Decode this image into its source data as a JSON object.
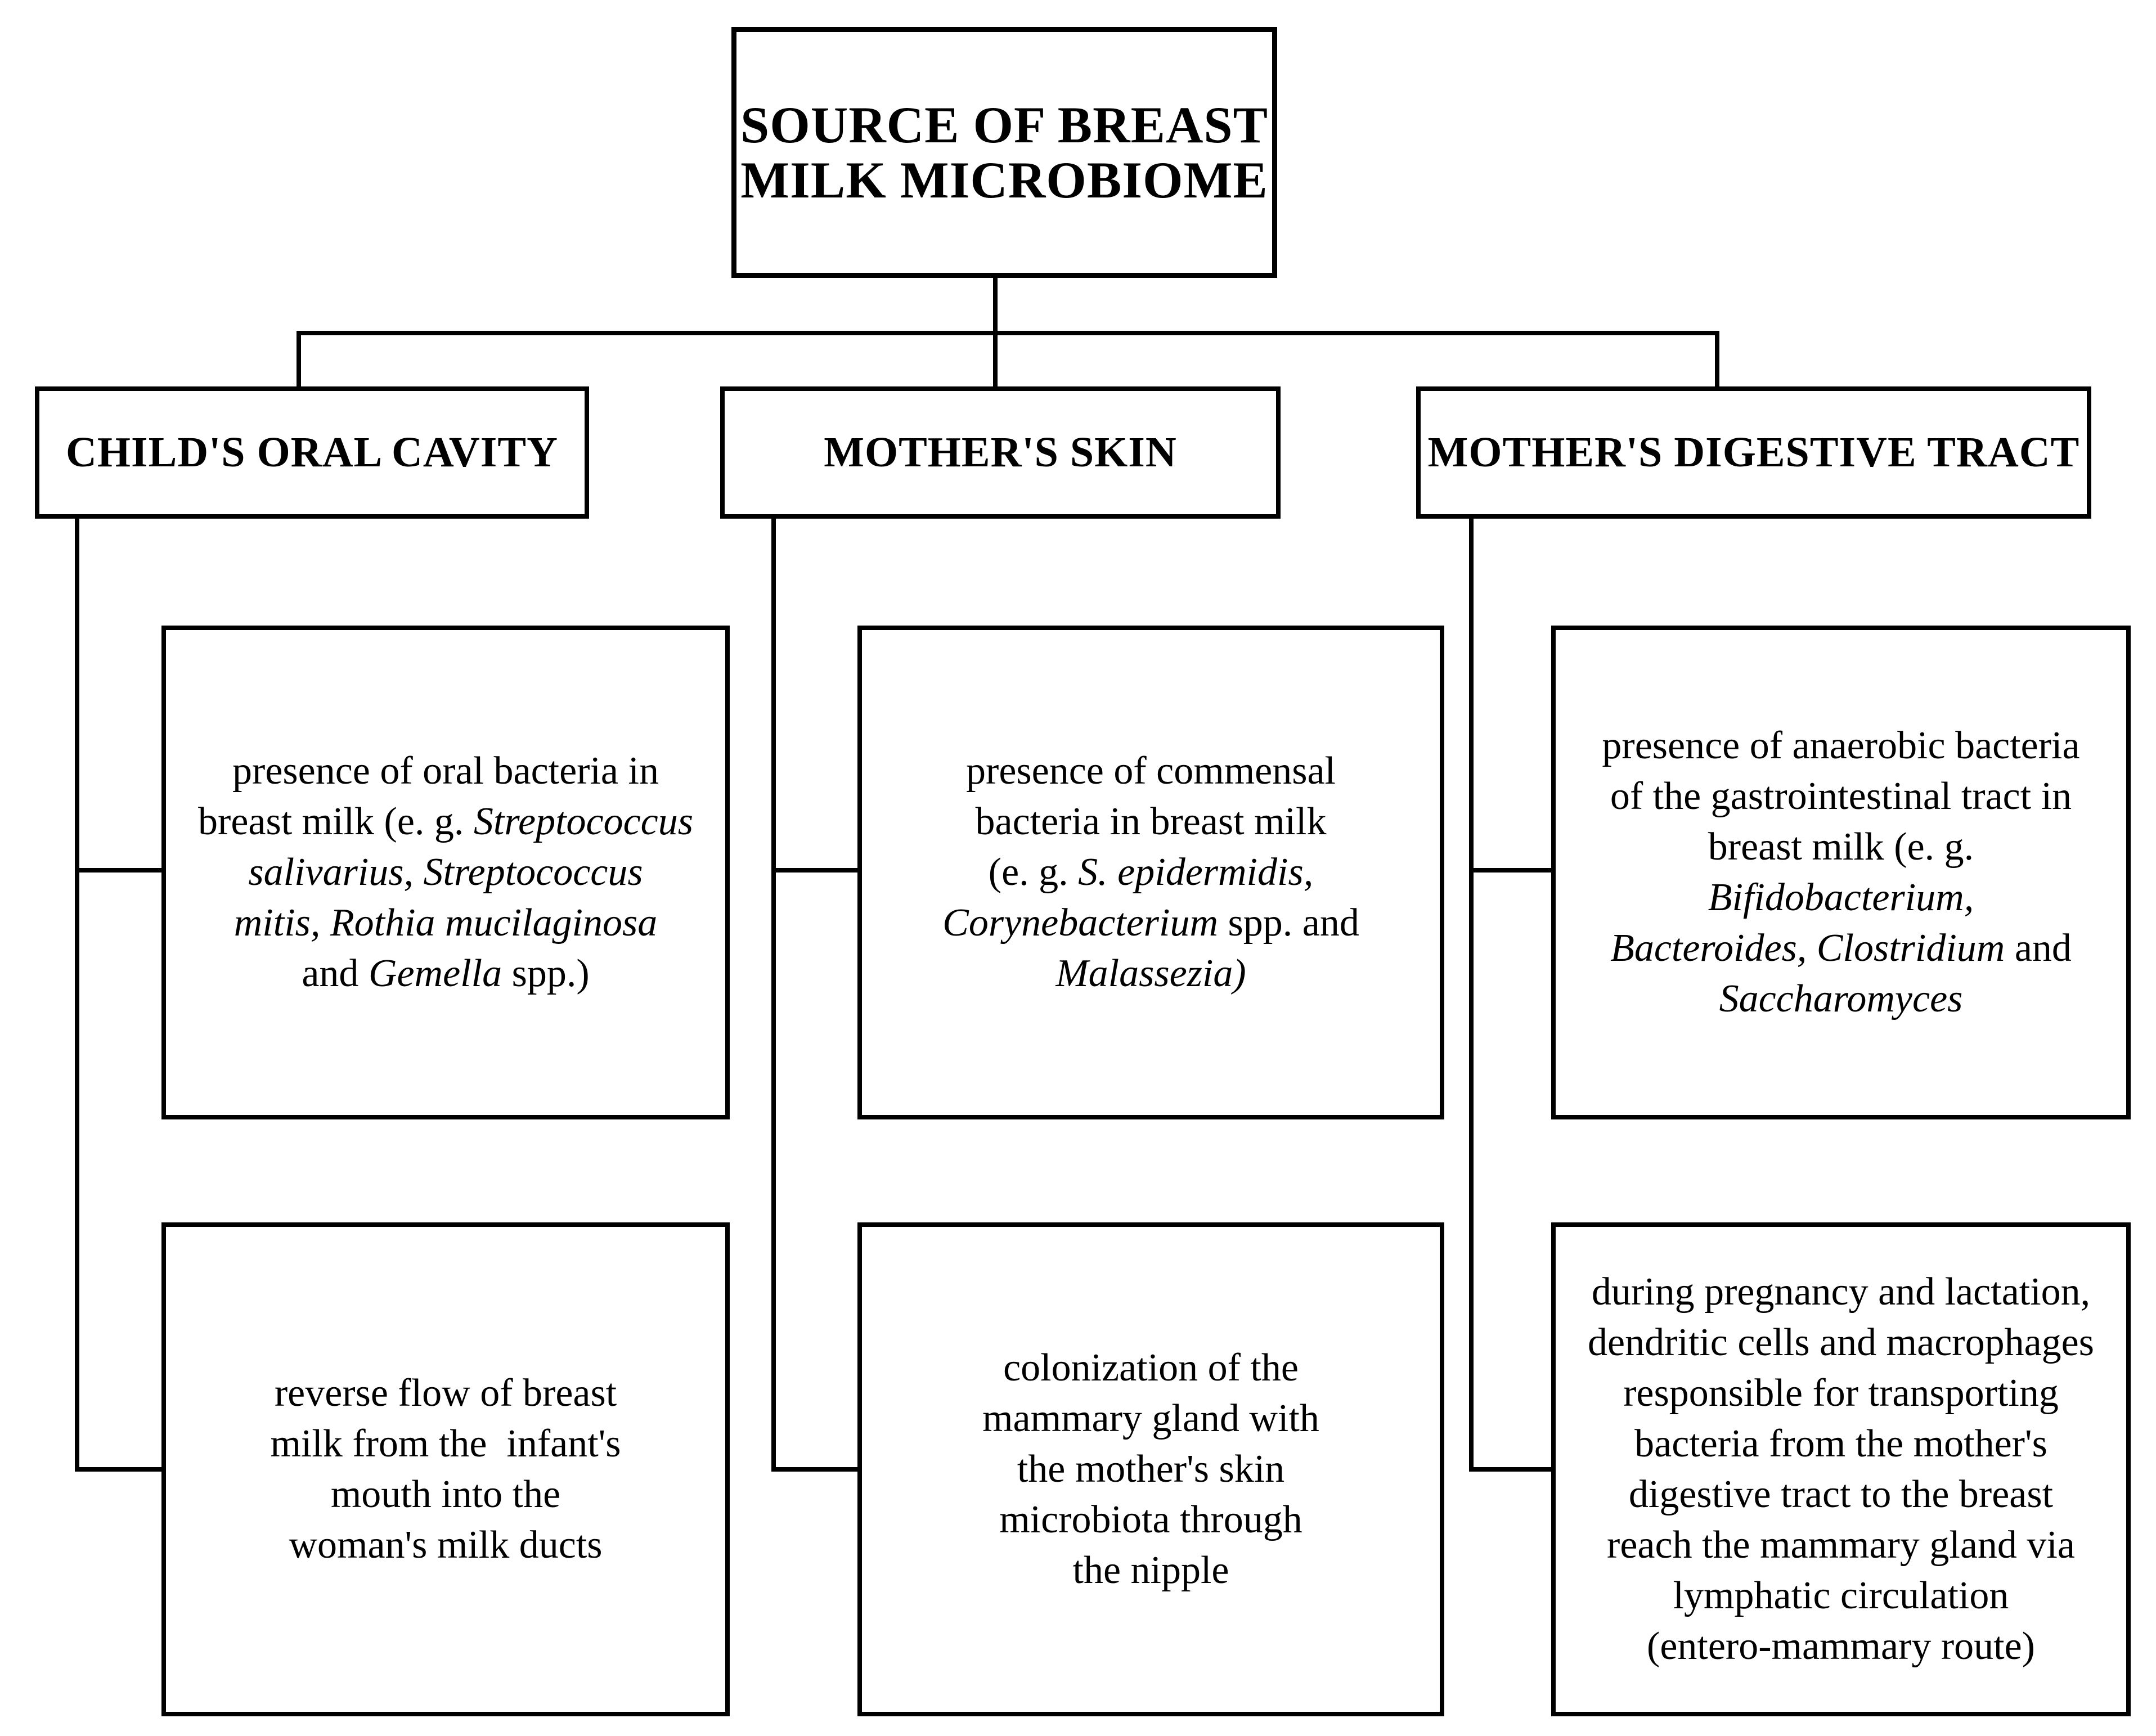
{
  "figure": {
    "type": "flowchart",
    "background_color": "#ffffff",
    "ink_color": "#000000"
  },
  "title": {
    "lines": [
      "SOURCE OF BREAST",
      "MILK MICROBIOME"
    ]
  },
  "branches": [
    {
      "header": "CHILD'S ORAL CAVITY",
      "box1_lines": [
        [
          {
            "t": "presence of oral bacteria in"
          }
        ],
        [
          {
            "t": "breast milk (e. g. "
          },
          {
            "t": "Streptococcus",
            "i": true
          }
        ],
        [
          {
            "t": "salivarius, Streptococcus",
            "i": true
          }
        ],
        [
          {
            "t": "mitis, Rothia mucilaginosa",
            "i": true
          }
        ],
        [
          {
            "t": "and "
          },
          {
            "t": "Gemella",
            "i": true
          },
          {
            "t": " spp.)"
          }
        ]
      ],
      "box2_lines": [
        [
          {
            "t": "reverse flow of breast"
          }
        ],
        [
          {
            "t": "milk from the  infant's"
          }
        ],
        [
          {
            "t": "mouth into the"
          }
        ],
        [
          {
            "t": "woman's milk ducts"
          }
        ]
      ]
    },
    {
      "header": "MOTHER'S SKIN",
      "box1_lines": [
        [
          {
            "t": "presence of commensal"
          }
        ],
        [
          {
            "t": "bacteria in breast milk"
          }
        ],
        [
          {
            "t": "(e. g. "
          },
          {
            "t": "S. epidermidis,",
            "i": true
          }
        ],
        [
          {
            "t": "Corynebacterium",
            "i": true
          },
          {
            "t": " spp. and"
          }
        ],
        [
          {
            "t": "Malassezia)",
            "i": true
          }
        ]
      ],
      "box2_lines": [
        [
          {
            "t": "colonization of the"
          }
        ],
        [
          {
            "t": "mammary gland with"
          }
        ],
        [
          {
            "t": "the mother's skin"
          }
        ],
        [
          {
            "t": "microbiota through"
          }
        ],
        [
          {
            "t": "the nipple"
          }
        ]
      ]
    },
    {
      "header": "MOTHER'S DIGESTIVE TRACT",
      "box1_lines": [
        [
          {
            "t": "presence of anaerobic bacteria"
          }
        ],
        [
          {
            "t": "of the gastrointestinal tract in"
          }
        ],
        [
          {
            "t": "breast milk (e. g."
          }
        ],
        [
          {
            "t": "Bifidobacterium,",
            "i": true
          }
        ],
        [
          {
            "t": "Bacteroides, Clostridium",
            "i": true
          },
          {
            "t": " and"
          }
        ],
        [
          {
            "t": "Saccharomyces",
            "i": true
          }
        ]
      ],
      "box2_lines": [
        [
          {
            "t": "during pregnancy and lactation,"
          }
        ],
        [
          {
            "t": "dendritic cells and macrophages"
          }
        ],
        [
          {
            "t": "responsible for transporting"
          }
        ],
        [
          {
            "t": "bacteria from the mother's"
          }
        ],
        [
          {
            "t": "digestive tract to the breast"
          }
        ],
        [
          {
            "t": "reach the mammary gland via"
          }
        ],
        [
          {
            "t": "lymphatic circulation"
          }
        ],
        [
          {
            "t": "(entero-mammary route)"
          }
        ]
      ]
    }
  ]
}
